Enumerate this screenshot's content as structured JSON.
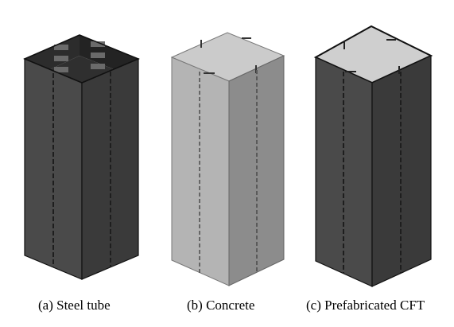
{
  "panels": [
    {
      "id": "steel-tube",
      "caption": "(a) Steel tube"
    },
    {
      "id": "concrete",
      "caption": "(b) Concrete"
    },
    {
      "id": "prefabricated-cft",
      "caption": "(c) Prefabricated CFT"
    }
  ],
  "colors": {
    "steel_front": "#4a4a4a",
    "steel_side": "#3a3a3a",
    "steel_inner": "#2a2a2a",
    "concrete_front": "#b4b4b4",
    "concrete_side": "#8c8c8c",
    "concrete_top": "#cbcbcb",
    "edge": "#111111"
  }
}
